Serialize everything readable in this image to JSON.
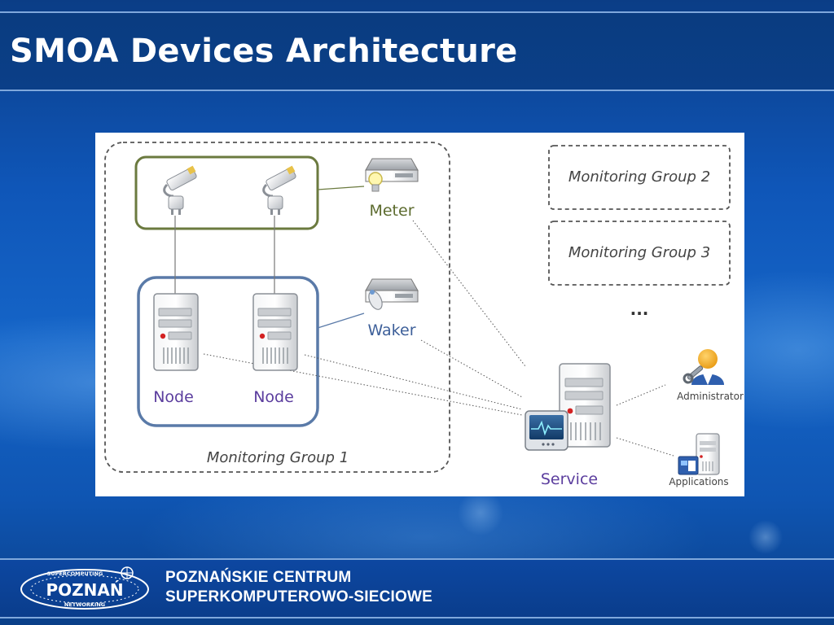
{
  "slide": {
    "title": "SMOA Devices Architecture"
  },
  "diagram": {
    "monitoring_group_1": "Monitoring Group 1",
    "monitoring_group_2": "Monitoring Group 2",
    "monitoring_group_3": "Monitoring Group 3",
    "ellipsis": "...",
    "meter_label": "Meter",
    "waker_label": "Waker",
    "node_label_1": "Node",
    "node_label_2": "Node",
    "service_label": "Service",
    "administrator_label": "Administrator",
    "applications_label": "Applications"
  },
  "footer": {
    "org_line_1": "POZNAŃSKIE CENTRUM",
    "org_line_2": "SUPERKOMPUTEROWO-SIECIOWE",
    "logo_text": "POZNAŃ",
    "logo_arc_top": "SUPERCOMPUTING",
    "logo_arc_bottom": "NETWORKING"
  },
  "colors": {
    "meter_group": "#6b7a3f",
    "node_group": "#5a7aa8",
    "label_purple": "#5b3d9e",
    "meter_text": "#5c6b2e",
    "waker_text": "#3d5f99"
  }
}
